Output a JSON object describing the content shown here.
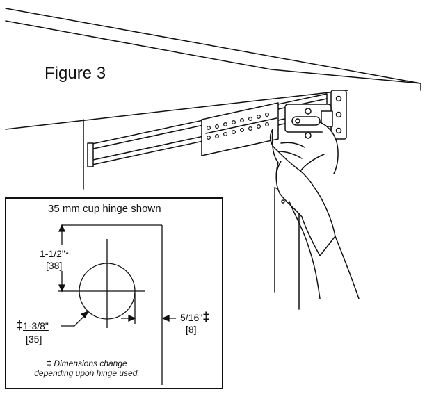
{
  "figure": {
    "title": "Figure 3"
  },
  "inset": {
    "caption": "35 mm cup hinge shown",
    "vertical_dim": {
      "imperial": "1-1/2\"*",
      "metric": "[38]"
    },
    "diameter_dim": {
      "symbol": "‡",
      "imperial": "1-3/8\"",
      "metric": "[35]"
    },
    "side_dim": {
      "imperial": "5/16\"",
      "metric": "[8]",
      "symbol": "‡"
    },
    "note": {
      "symbol": "‡",
      "line1": "Dimensions change",
      "line2": "depending upon hinge used."
    }
  },
  "colors": {
    "line": "#111111",
    "background": "#ffffff"
  }
}
